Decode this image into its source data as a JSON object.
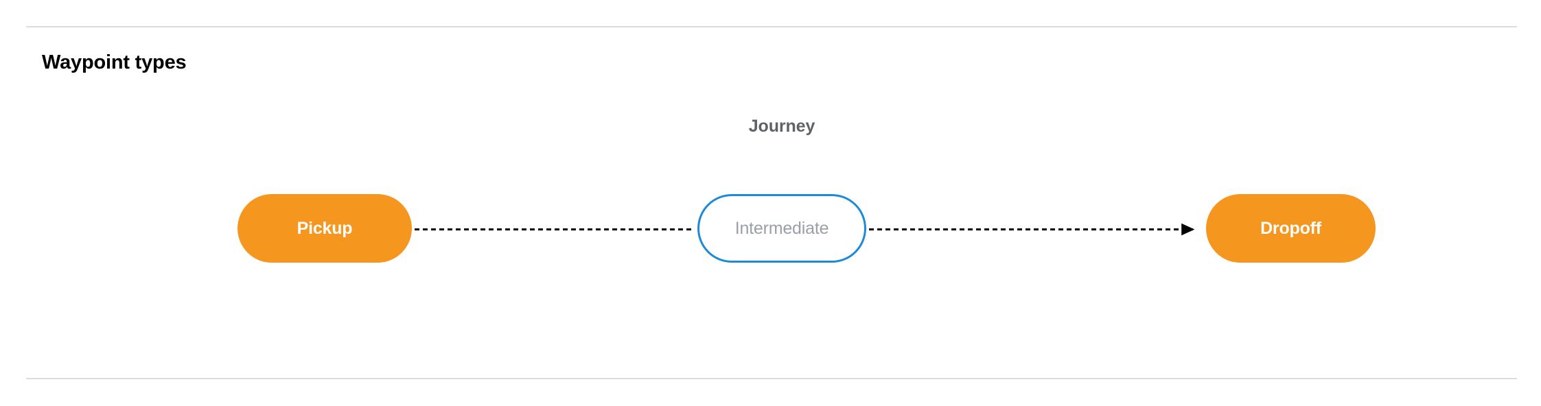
{
  "section": {
    "title": "Waypoint types"
  },
  "diagram": {
    "group_label": "Journey",
    "nodes": [
      {
        "id": "pickup",
        "label": "Pickup",
        "style": "filled",
        "fill": "#f5961e",
        "text_color": "#ffffff"
      },
      {
        "id": "intermediate",
        "label": "Intermediate",
        "style": "outlined",
        "fill": "#ffffff",
        "border_color": "#1c8ad8",
        "text_color": "#9aa0a6"
      },
      {
        "id": "dropoff",
        "label": "Dropoff",
        "style": "filled",
        "fill": "#f5961e",
        "text_color": "#ffffff"
      }
    ],
    "connectors": [
      {
        "from": "pickup",
        "to": "intermediate",
        "line": "dashed",
        "color": "#000000",
        "arrowhead": false
      },
      {
        "from": "intermediate",
        "to": "dropoff",
        "line": "dashed",
        "color": "#000000",
        "arrowhead": true
      }
    ]
  },
  "dividers": {
    "color": "#dadce0"
  }
}
